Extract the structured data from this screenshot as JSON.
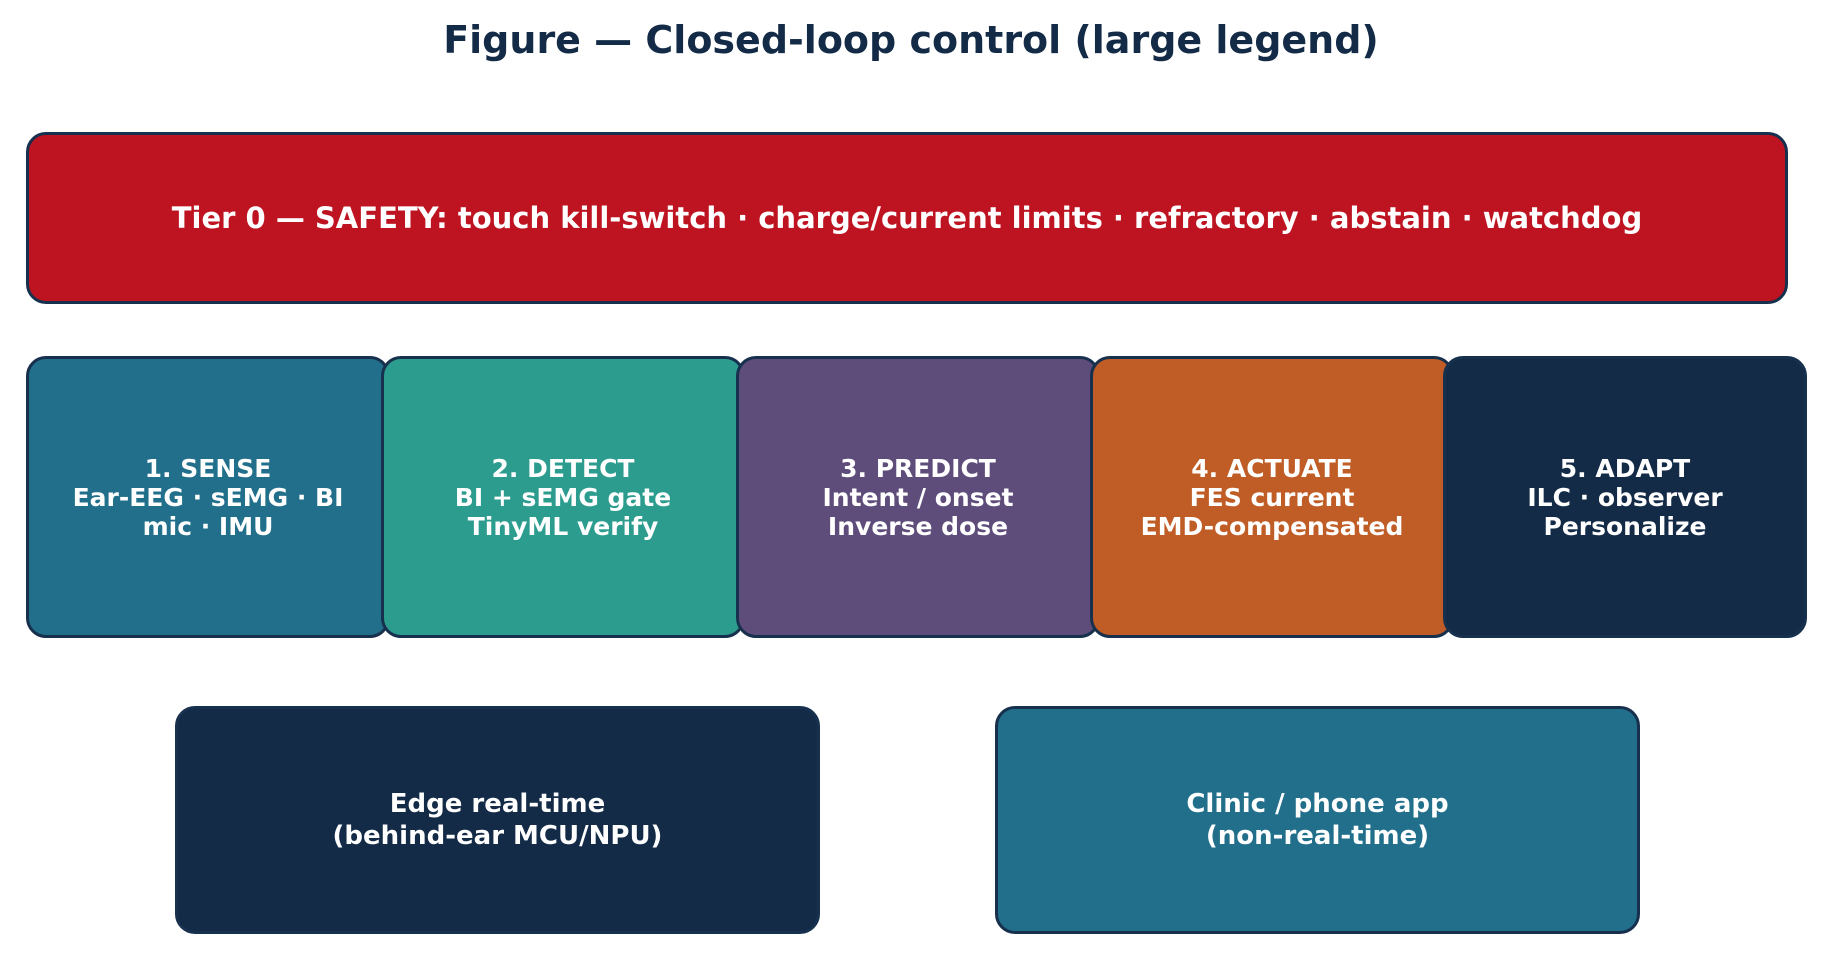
{
  "title": "Figure — Closed-loop control (large legend)",
  "safety": {
    "label": "Tier 0 — SAFETY: touch kill-switch · charge/current limits · refractory · abstain · watchdog",
    "color": "#be1421"
  },
  "stages": [
    {
      "title": "1. SENSE",
      "line1": "Ear-EEG · sEMG · BI",
      "line2": "mic · IMU",
      "color": "#216f8b"
    },
    {
      "title": "2. DETECT",
      "line1": "BI + sEMG gate",
      "line2": "TinyML verify",
      "color": "#2c9c8f"
    },
    {
      "title": "3. PREDICT",
      "line1": "Intent / onset",
      "line2": "Inverse dose",
      "color": "#5e4d7a"
    },
    {
      "title": "4. ACTUATE",
      "line1": "FES current",
      "line2": "EMD-compensated",
      "color": "#c05c25"
    },
    {
      "title": "5. ADAPT",
      "line1": "ILC · observer",
      "line2": "Personalize",
      "color": "#132b47"
    }
  ],
  "tiers": [
    {
      "line1": "Edge real-time",
      "line2": "(behind-ear MCU/NPU)",
      "color": "#132b47"
    },
    {
      "line1": "Clinic / phone app",
      "line2": "(non-real-time)",
      "color": "#216f8b"
    }
  ]
}
